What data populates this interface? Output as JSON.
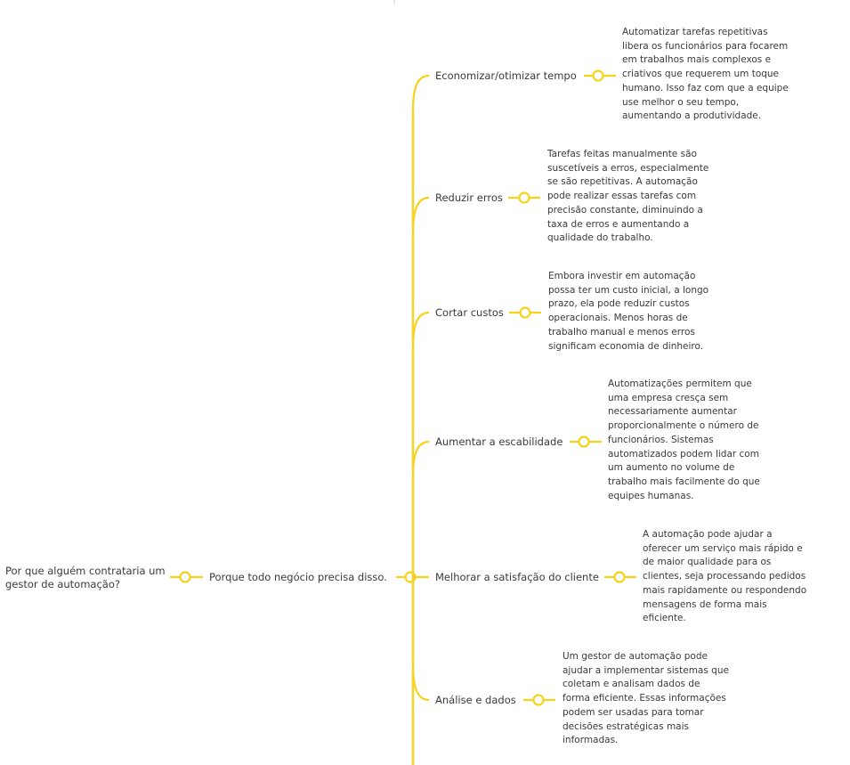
{
  "colors": {
    "branch": "#f6d21c",
    "knob_fill": "#ffffff",
    "text": "#3a3a3a"
  },
  "root": {
    "label": "Por que alguém contrataria um\ngestor de automação?"
  },
  "main": {
    "label": "Porque todo negócio precisa disso."
  },
  "branches": [
    {
      "label": "Economizar/otimizar tempo",
      "detail": "Automatizar tarefas repetitivas\nlibera os funcionários para focarem\nem trabalhos mais complexos e\ncriativos que requerem um toque\nhumano. Isso faz com que a equipe\nuse melhor o seu tempo,\naumentando a produtividade."
    },
    {
      "label": "Reduzir erros",
      "detail": "Tarefas feitas manualmente são\nsuscetíveis a erros, especialmente\nse são repetitivas. A automação\npode realizar essas tarefas com\nprecisão constante, diminuindo a\ntaxa de erros e aumentando a\nqualidade do trabalho."
    },
    {
      "label": "Cortar custos",
      "detail": "Embora investir em automação\npossa ter um custo inicial, a longo\nprazo, ela pode reduzir custos\noperacionais. Menos horas de\ntrabalho manual e menos erros\nsignificam economia de dinheiro."
    },
    {
      "label": "Aumentar a escabilidade",
      "detail": "Automatizações permitem que\numa empresa cresça sem\nnecessariamente aumentar\nproporcionalmente o número de\nfuncionários. Sistemas\nautomatizados podem lidar com\num aumento no volume de\ntrabalho mais facilmente do que\nequipes humanas."
    },
    {
      "label": "Melhorar a satisfação do cliente",
      "detail": "A automação pode ajudar a\noferecer um serviço mais rápido e\nde maior qualidade para os\nclientes, seja processando pedidos\nmais rapidamente ou respondendo\nmensagens de forma mais\neficiente."
    },
    {
      "label": "Análise e dados",
      "detail": "Um gestor de automação pode\najudar a implementar sistemas que\ncoletam e analisam dados de\nforma eficiente. Essas informações\npodem ser usadas para tomar\ndecisões estratégicas mais\ninformadas."
    }
  ]
}
